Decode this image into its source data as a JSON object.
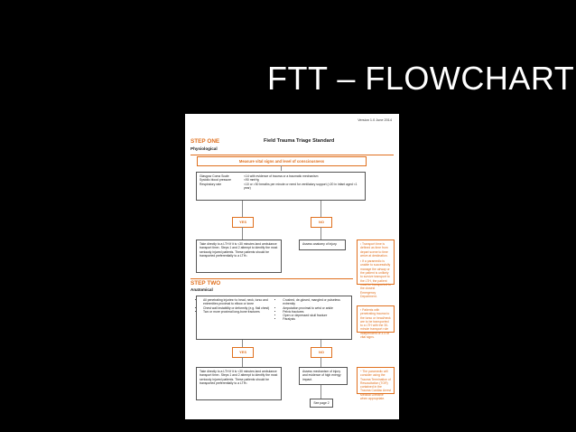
{
  "slide": {
    "title": "FTT – FLOWCHART"
  },
  "document": {
    "version": "Version 1.0 June 2014",
    "step_one": {
      "label": "STEP ONE",
      "sub": "Physiological"
    },
    "title": "Field Trauma Triage Standard",
    "measure_bar": "Measure vital signs and level of consciousness",
    "vitals": [
      {
        "label": "Glasgow Coma Scale",
        "value": "<14 with evidence of trauma or a traumatic mechanism"
      },
      {
        "label": "Systolic blood pressure",
        "value": "<90 mmHg"
      },
      {
        "label": "Respiratory rate",
        "value": "<10 or >30 breaths per minute or need for ventilatory support (<20 in infant aged <1 year)"
      }
    ],
    "yes_label": "YES",
    "no_label": "NO",
    "take_directly_text": "Take directly to a LTH if it is <30 minutes land ambulance transport time¹. Steps 1 and 2 attempt to identify the most seriously injured patients. These patients should be transported preferentially to a LTH².",
    "assess_anatomy": "Assess anatomy of injury.",
    "note_1": "¹ Transport time is defined as time from depart scene to time arrive at destination.",
    "note_2": "² If a paramedic is unable to successfully manage the airway or the patient is unlikely to survive transport to the LTH, the patient must be transported to the closest Emergency Department.",
    "step_two": {
      "label": "STEP TWO",
      "sub": "Anatomical"
    },
    "injuries_left": [
      "All penetrating injuries³ to head, neck, torso and extremities proximal to elbow or knee",
      "Chest wall instability or deformity (e.g. flail chest)",
      "Two or more proximal long-bone fractures"
    ],
    "injuries_right": [
      "Crushed, de-gloved, mangled or pulseless extremity",
      "Amputation proximal to wrist or ankle",
      "Pelvic fractures",
      "Open or depressed skull fracture",
      "Paralysis"
    ],
    "note_3": "³ Patients with penetrating trauma to the torso or head/neck are to be transported to a LTH with the 30-minute transport rule independent of 3.4 of vital signs.",
    "assess_mechanism": "Assess mechanism of injury and evidence of high energy impact.",
    "note_4": "⁴ The paramedic will consider using the Trauma Termination of Resuscitation (TOR) contained in the Trauma Cardiac Arrest Medical Directive when appropriate.",
    "see_page": "See page 2"
  },
  "colors": {
    "accent": "#e0701e",
    "slide_bg": "#000000",
    "doc_bg": "#ffffff"
  }
}
